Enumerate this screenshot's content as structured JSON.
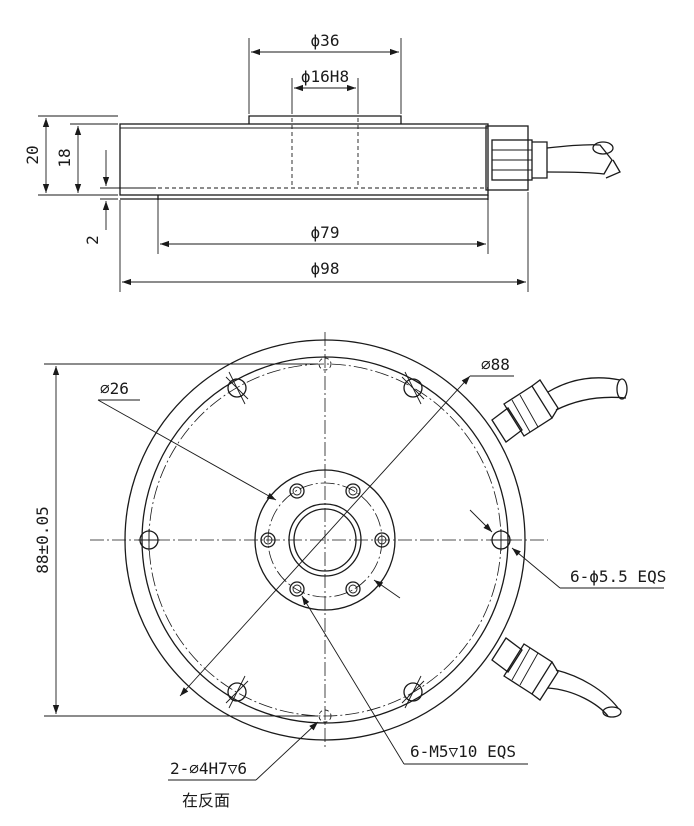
{
  "drawing": {
    "dimensions": {
      "d36": "ϕ36",
      "d16h8": "ϕ16H8",
      "d79": "ϕ79",
      "d98": "ϕ98",
      "h20": "20",
      "h18": "18",
      "h2": "2",
      "d88": "⌀88",
      "d26": "⌀26",
      "v88": "88±0.05"
    },
    "notes": {
      "holes_55": "6-ϕ5.5 EQS",
      "tapped_m5": "6-M5▽10 EQS",
      "pin_holes": "2-⌀4H7▽6",
      "reverse_side": "在反面"
    },
    "colors": {
      "line": "#1a1a1a",
      "background": "#ffffff"
    }
  }
}
